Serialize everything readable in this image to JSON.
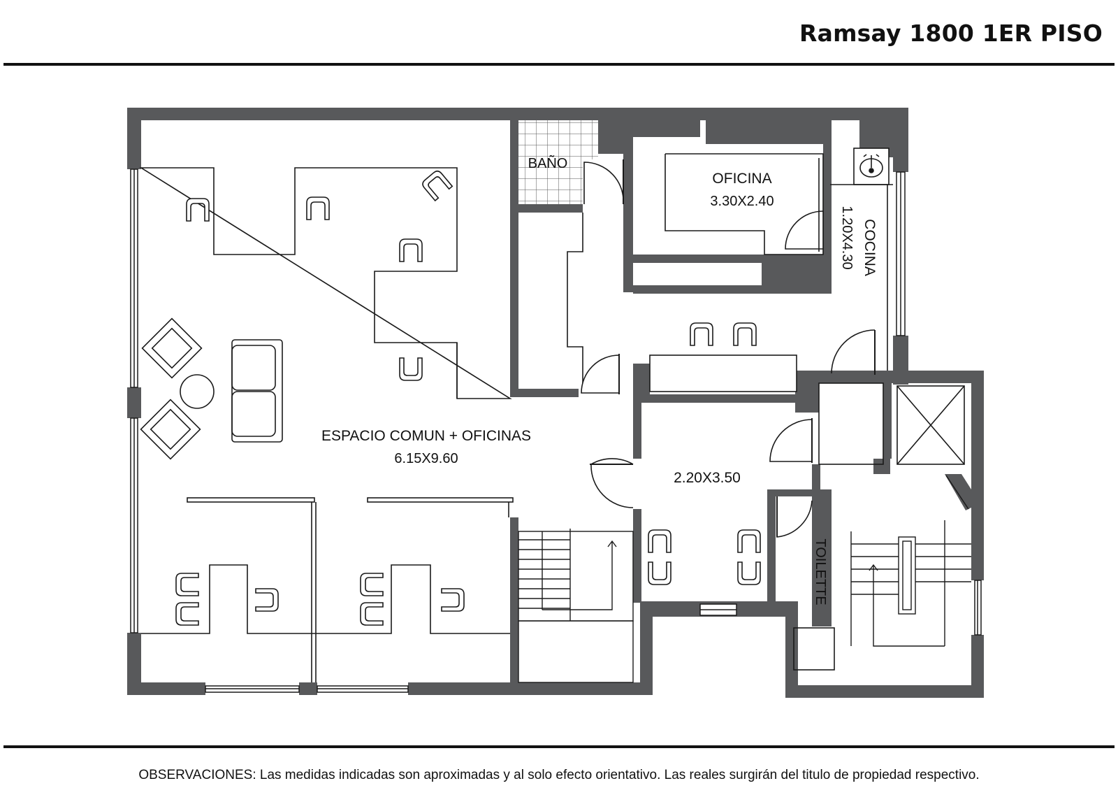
{
  "header": {
    "title": "Ramsay 1800 1ER PISO"
  },
  "rooms": {
    "bano": "BAÑO",
    "oficina_name": "OFICINA",
    "oficina_dims": "3.30X2.40",
    "cocina_name": "COCINA",
    "cocina_dims": "1.20X4.30",
    "comun_name": "ESPACIO COMUN + OFICINAS",
    "comun_dims": "6.15X9.60",
    "sala_dims": "2.20X3.50",
    "toilette": "TOILETTE"
  },
  "footer": {
    "observaciones": "OBSERVACIONES: Las medidas indicadas son aproximadas y al solo efecto orientativo. Las reales surgirán del titulo de propiedad respectivo."
  },
  "colors": {
    "wall": "#58595b",
    "line": "#1a1a1a",
    "background": "#ffffff"
  }
}
